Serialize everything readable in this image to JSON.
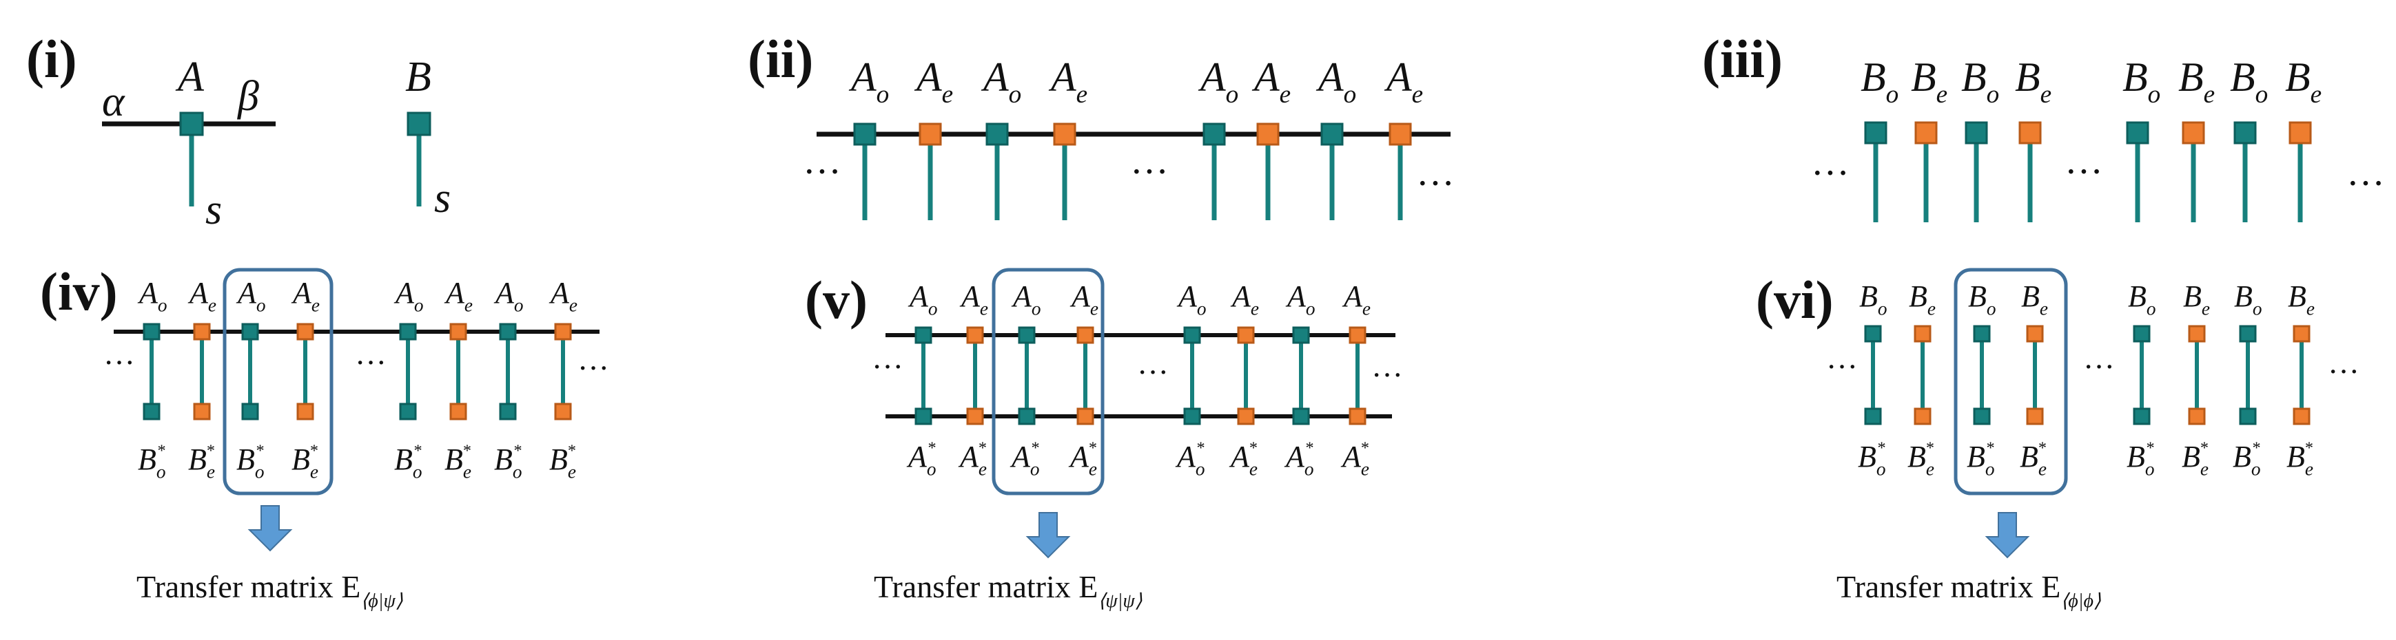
{
  "colors": {
    "teal": "#17807d",
    "teal_dark": "#0d5e5c",
    "orange": "#ee7d2f",
    "orange_dark": "#b85a18",
    "box": "#41719c",
    "arrow": "#5b9bd5",
    "line": "#111111"
  },
  "panels": {
    "i": {
      "label": "(i)",
      "alpha": "α",
      "beta": "β",
      "tensor_A": "A",
      "tensor_B": "B",
      "phys_index": "s"
    },
    "ii": {
      "label": "(ii)",
      "tensors": [
        "A",
        "A",
        "A",
        "A",
        "A",
        "A",
        "A",
        "A"
      ],
      "subs": [
        "o",
        "e",
        "o",
        "e",
        "o",
        "e",
        "o",
        "e"
      ],
      "ellipsis": "···"
    },
    "iii": {
      "label": "(iii)",
      "tensors": [
        "B",
        "B",
        "B",
        "B",
        "B",
        "B",
        "B",
        "B"
      ],
      "subs": [
        "o",
        "e",
        "o",
        "e",
        "o",
        "e",
        "o",
        "e"
      ],
      "ellipsis": "···"
    },
    "iv": {
      "label": "(iv)",
      "top": [
        "A",
        "A",
        "A",
        "A",
        "A",
        "A",
        "A",
        "A"
      ],
      "top_subs": [
        "o",
        "e",
        "o",
        "e",
        "o",
        "e",
        "o",
        "e"
      ],
      "bottom": [
        "B",
        "B",
        "B",
        "B",
        "B",
        "B",
        "B",
        "B"
      ],
      "bottom_subs": [
        "o",
        "e",
        "o",
        "e",
        "o",
        "e",
        "o",
        "e"
      ],
      "star": "*",
      "ellipsis": "···",
      "caption": "Transfer matrix E",
      "caption_sub": "⟨ϕ|ψ⟩"
    },
    "v": {
      "label": "(v)",
      "top": [
        "A",
        "A",
        "A",
        "A",
        "A",
        "A",
        "A",
        "A"
      ],
      "top_subs": [
        "o",
        "e",
        "o",
        "e",
        "o",
        "e",
        "o",
        "e"
      ],
      "bottom": [
        "A",
        "A",
        "A",
        "A",
        "A",
        "A",
        "A",
        "A"
      ],
      "bottom_subs": [
        "o",
        "e",
        "o",
        "e",
        "o",
        "e",
        "o",
        "e"
      ],
      "star": "*",
      "ellipsis": "···",
      "caption": "Transfer matrix E",
      "caption_sub": "⟨ψ|ψ⟩"
    },
    "vi": {
      "label": "(vi)",
      "top": [
        "B",
        "B",
        "B",
        "B",
        "B",
        "B",
        "B",
        "B"
      ],
      "top_subs": [
        "o",
        "e",
        "o",
        "e",
        "o",
        "e",
        "o",
        "e"
      ],
      "bottom": [
        "B",
        "B",
        "B",
        "B",
        "B",
        "B",
        "B",
        "B"
      ],
      "bottom_subs": [
        "o",
        "e",
        "o",
        "e",
        "o",
        "e",
        "o",
        "e"
      ],
      "star": "*",
      "ellipsis": "···",
      "caption": "Transfer matrix E",
      "caption_sub": "⟨ϕ|ϕ⟩"
    }
  }
}
